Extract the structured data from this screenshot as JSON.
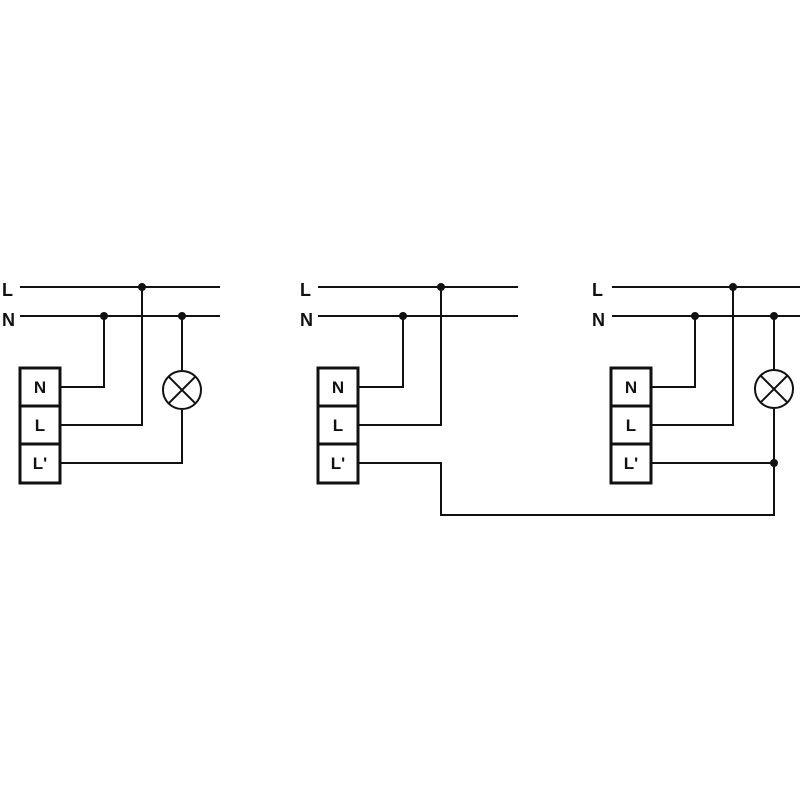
{
  "rail_labels": {
    "live": "L",
    "neutral": "N"
  },
  "terminal_labels": {
    "neutral": "N",
    "live": "L",
    "switched_live": "L'"
  },
  "diagrams": [
    {
      "id": "left-unit",
      "has_lamp": true
    },
    {
      "id": "middle-unit",
      "has_lamp": false
    },
    {
      "id": "right-unit",
      "has_lamp": true
    }
  ]
}
